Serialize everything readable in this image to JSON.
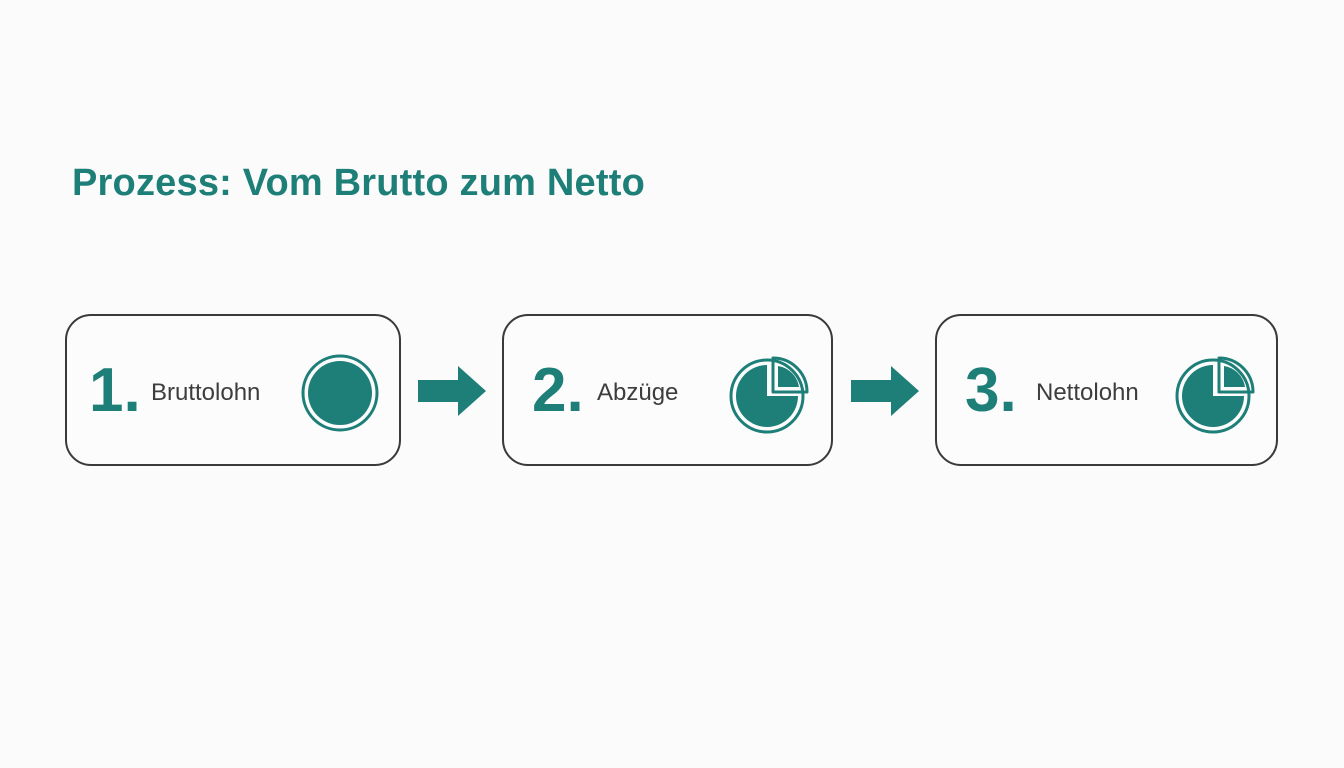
{
  "title": "Prozess: Vom Brutto zum Netto",
  "colors": {
    "accent": "#1e7f79",
    "border": "#3a3a3a",
    "text": "#3d3d3d",
    "background": "#fafbfa"
  },
  "steps": [
    {
      "number": "1.",
      "label": "Bruttolohn",
      "icon": "full-circle-icon"
    },
    {
      "number": "2.",
      "label": "Abzüge",
      "icon": "pie-slice-removed-icon"
    },
    {
      "number": "3.",
      "label": "Nettolohn",
      "icon": "pie-slice-removed-icon"
    }
  ]
}
